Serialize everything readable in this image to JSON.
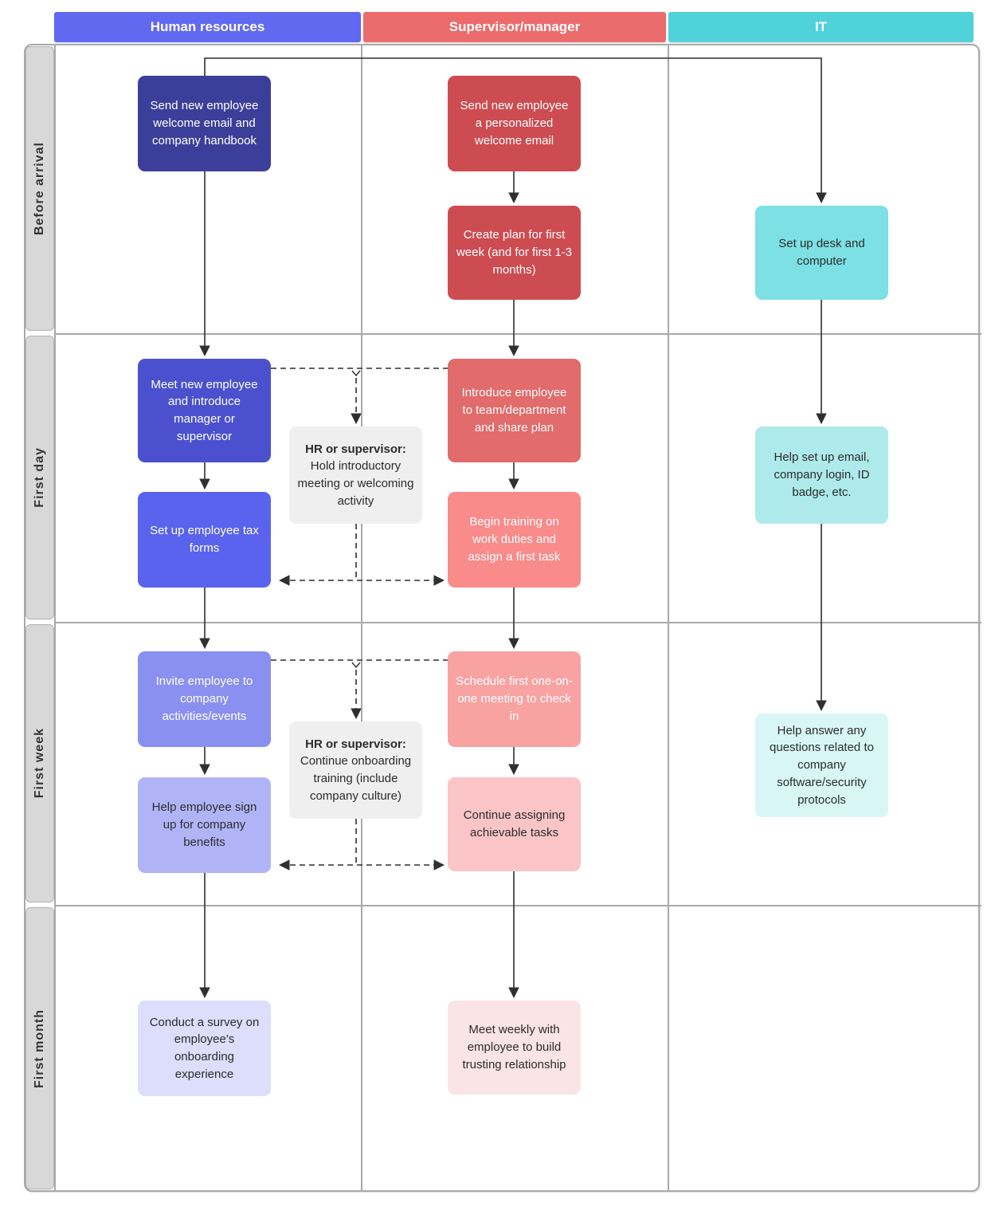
{
  "lanes": [
    {
      "label": "Human resources",
      "color": "#6169F1"
    },
    {
      "label": "Supervisor/manager",
      "color": "#EC6B6C"
    },
    {
      "label": "IT",
      "color": "#50D2DA"
    }
  ],
  "rows": [
    {
      "label": "Before arrival"
    },
    {
      "label": "First day"
    },
    {
      "label": "First week"
    },
    {
      "label": "First month"
    }
  ],
  "nodes": {
    "hr_1": {
      "text": "Send new employee welcome email and company handbook",
      "bg": "#3C3F99",
      "fg": "#FFFFFF"
    },
    "hr_2": {
      "text": "Meet new employee and introduce manager or supervisor",
      "bg": "#4B51CE",
      "fg": "#FFFFFF"
    },
    "hr_3": {
      "text": "Set up employee tax forms",
      "bg": "#5A63EE",
      "fg": "#FFFFFF"
    },
    "hr_4": {
      "text": "Invite employee to company activities/events",
      "bg": "#8A90F0",
      "fg": "#FFFFFF"
    },
    "hr_5": {
      "text": "Help employee sign up for company benefits",
      "bg": "#B0B4F7",
      "fg": "#2B2B2B"
    },
    "hr_6": {
      "text": "Conduct a survey on employee's onboarding experience",
      "bg": "#DCDEFB",
      "fg": "#2B2B2B"
    },
    "sup_1": {
      "text": "Send new employee a personalized welcome email",
      "bg": "#CC4C52",
      "fg": "#FFFFFF"
    },
    "sup_2": {
      "text": "Create plan for first week (and for first 1-3 months)",
      "bg": "#CC4C52",
      "fg": "#FFFFFF"
    },
    "sup_3": {
      "text": "Introduce employee to team/department and share plan",
      "bg": "#E26B6B",
      "fg": "#FFFFFF"
    },
    "sup_4": {
      "text": "Begin training on work duties and assign a first task",
      "bg": "#F98B8B",
      "fg": "#FFFFFF"
    },
    "sup_5": {
      "text": "Schedule first one-on-one meeting to check in",
      "bg": "#F9A2A2",
      "fg": "#FFFFFF"
    },
    "sup_6": {
      "text": "Continue assigning achievable tasks",
      "bg": "#FBC5C8",
      "fg": "#2B2B2B"
    },
    "sup_7": {
      "text": "Meet weekly with employee to build trusting relationship",
      "bg": "#FBE4E6",
      "fg": "#2B2B2B"
    },
    "it_1": {
      "text": "Set up desk and computer",
      "bg": "#7CE0E4",
      "fg": "#2B2B2B"
    },
    "it_2": {
      "text": "Help set up email, company login, ID badge, etc.",
      "bg": "#AEEAEC",
      "fg": "#2B2B2B"
    },
    "it_3": {
      "text": "Help answer any questions related to company software/security protocols",
      "bg": "#D9F6F7",
      "fg": "#2B2B2B"
    }
  },
  "notes": {
    "note_1": {
      "title": "HR or supervisor:",
      "body": "Hold introductory meeting or welcoming activity",
      "bg": "#EFEFEF",
      "fg": "#2B2B2B"
    },
    "note_2": {
      "title": "HR or supervisor:",
      "body": "Continue onboarding training (include company culture)",
      "bg": "#EFEFEF",
      "fg": "#2B2B2B"
    }
  },
  "chrome": {
    "frame_border": "#A9A9A9",
    "sidebar_bg": "#D8D8D8",
    "row_label_color": "#333333",
    "connector_color": "#2F2F2F"
  }
}
